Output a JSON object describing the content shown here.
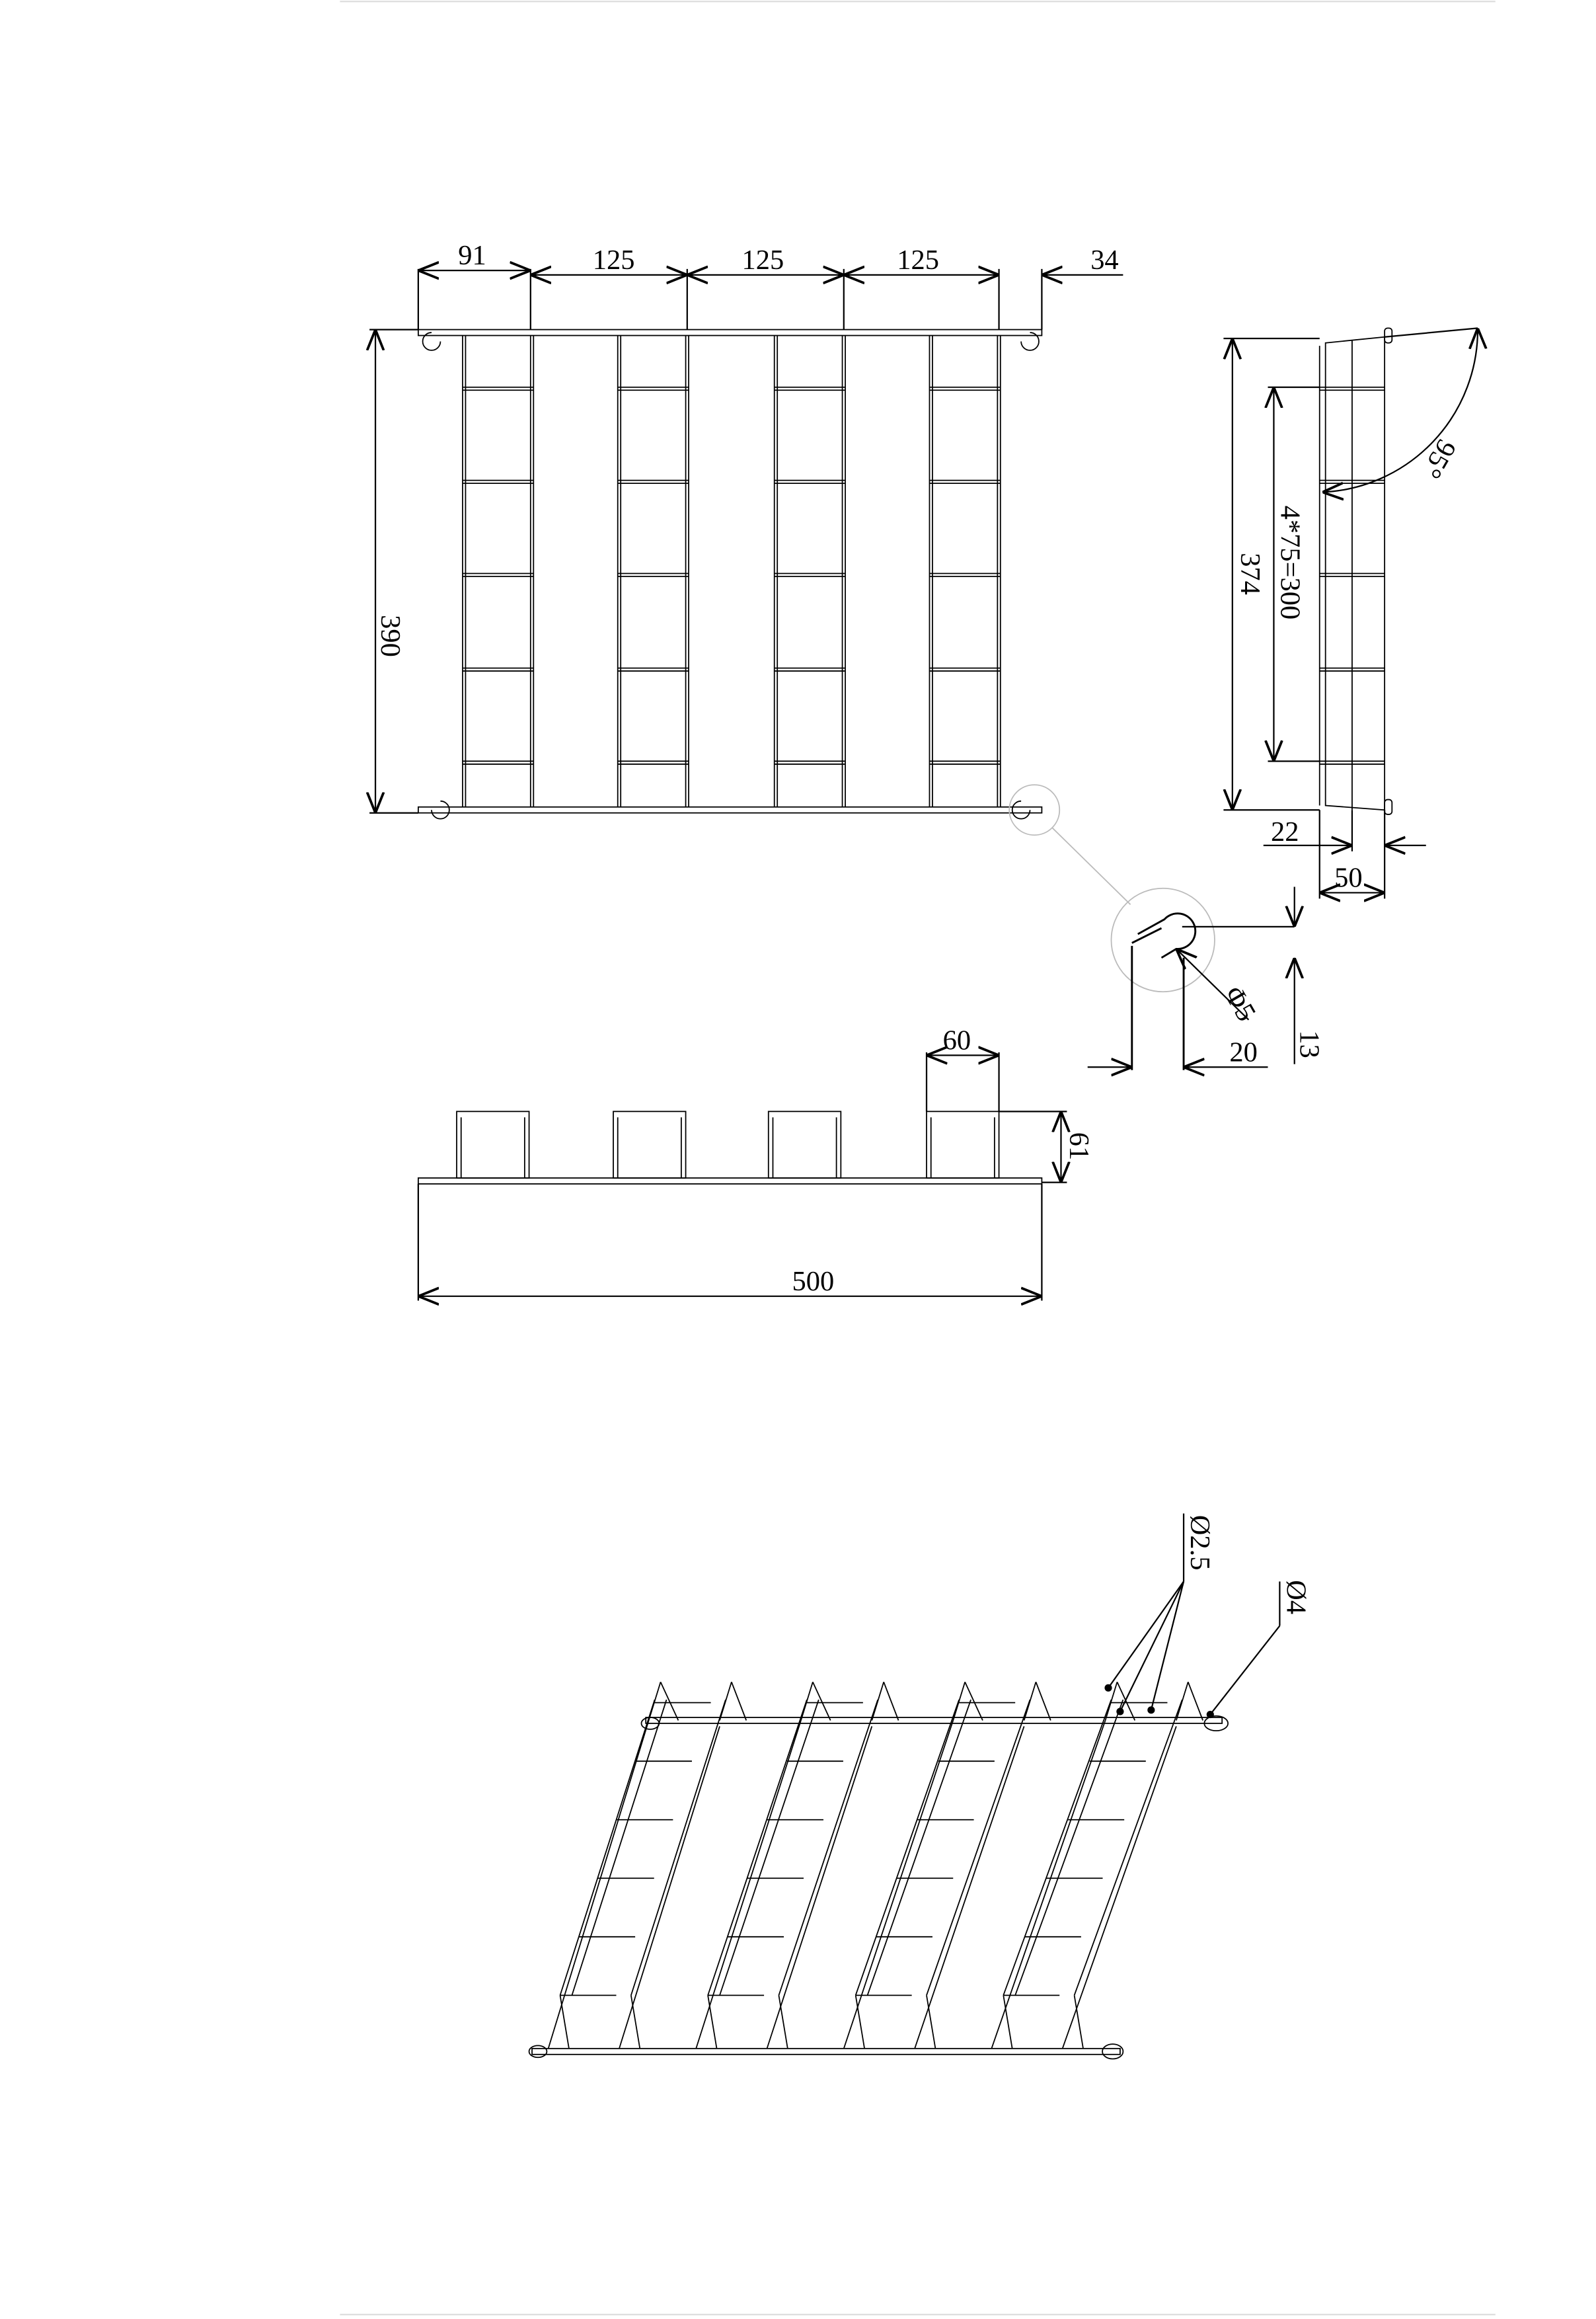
{
  "top_view": {
    "dims_horizontal": [
      "91",
      "125",
      "125",
      "125",
      "34"
    ],
    "dim_height": "390"
  },
  "side_view": {
    "dim_height": "374",
    "dim_pitch": "4*75=300",
    "dim_angle": "95°",
    "dim_offset": "22",
    "dim_width": "50"
  },
  "detail_view": {
    "dim_diameter": "Φ5",
    "dim_length": "20",
    "dim_height": "13"
  },
  "front_view": {
    "dim_basket_width": "60",
    "dim_basket_height": "61",
    "dim_total_width": "500"
  },
  "iso_view": {
    "wire_small": "Ø2.5",
    "wire_large": "Ø4"
  }
}
